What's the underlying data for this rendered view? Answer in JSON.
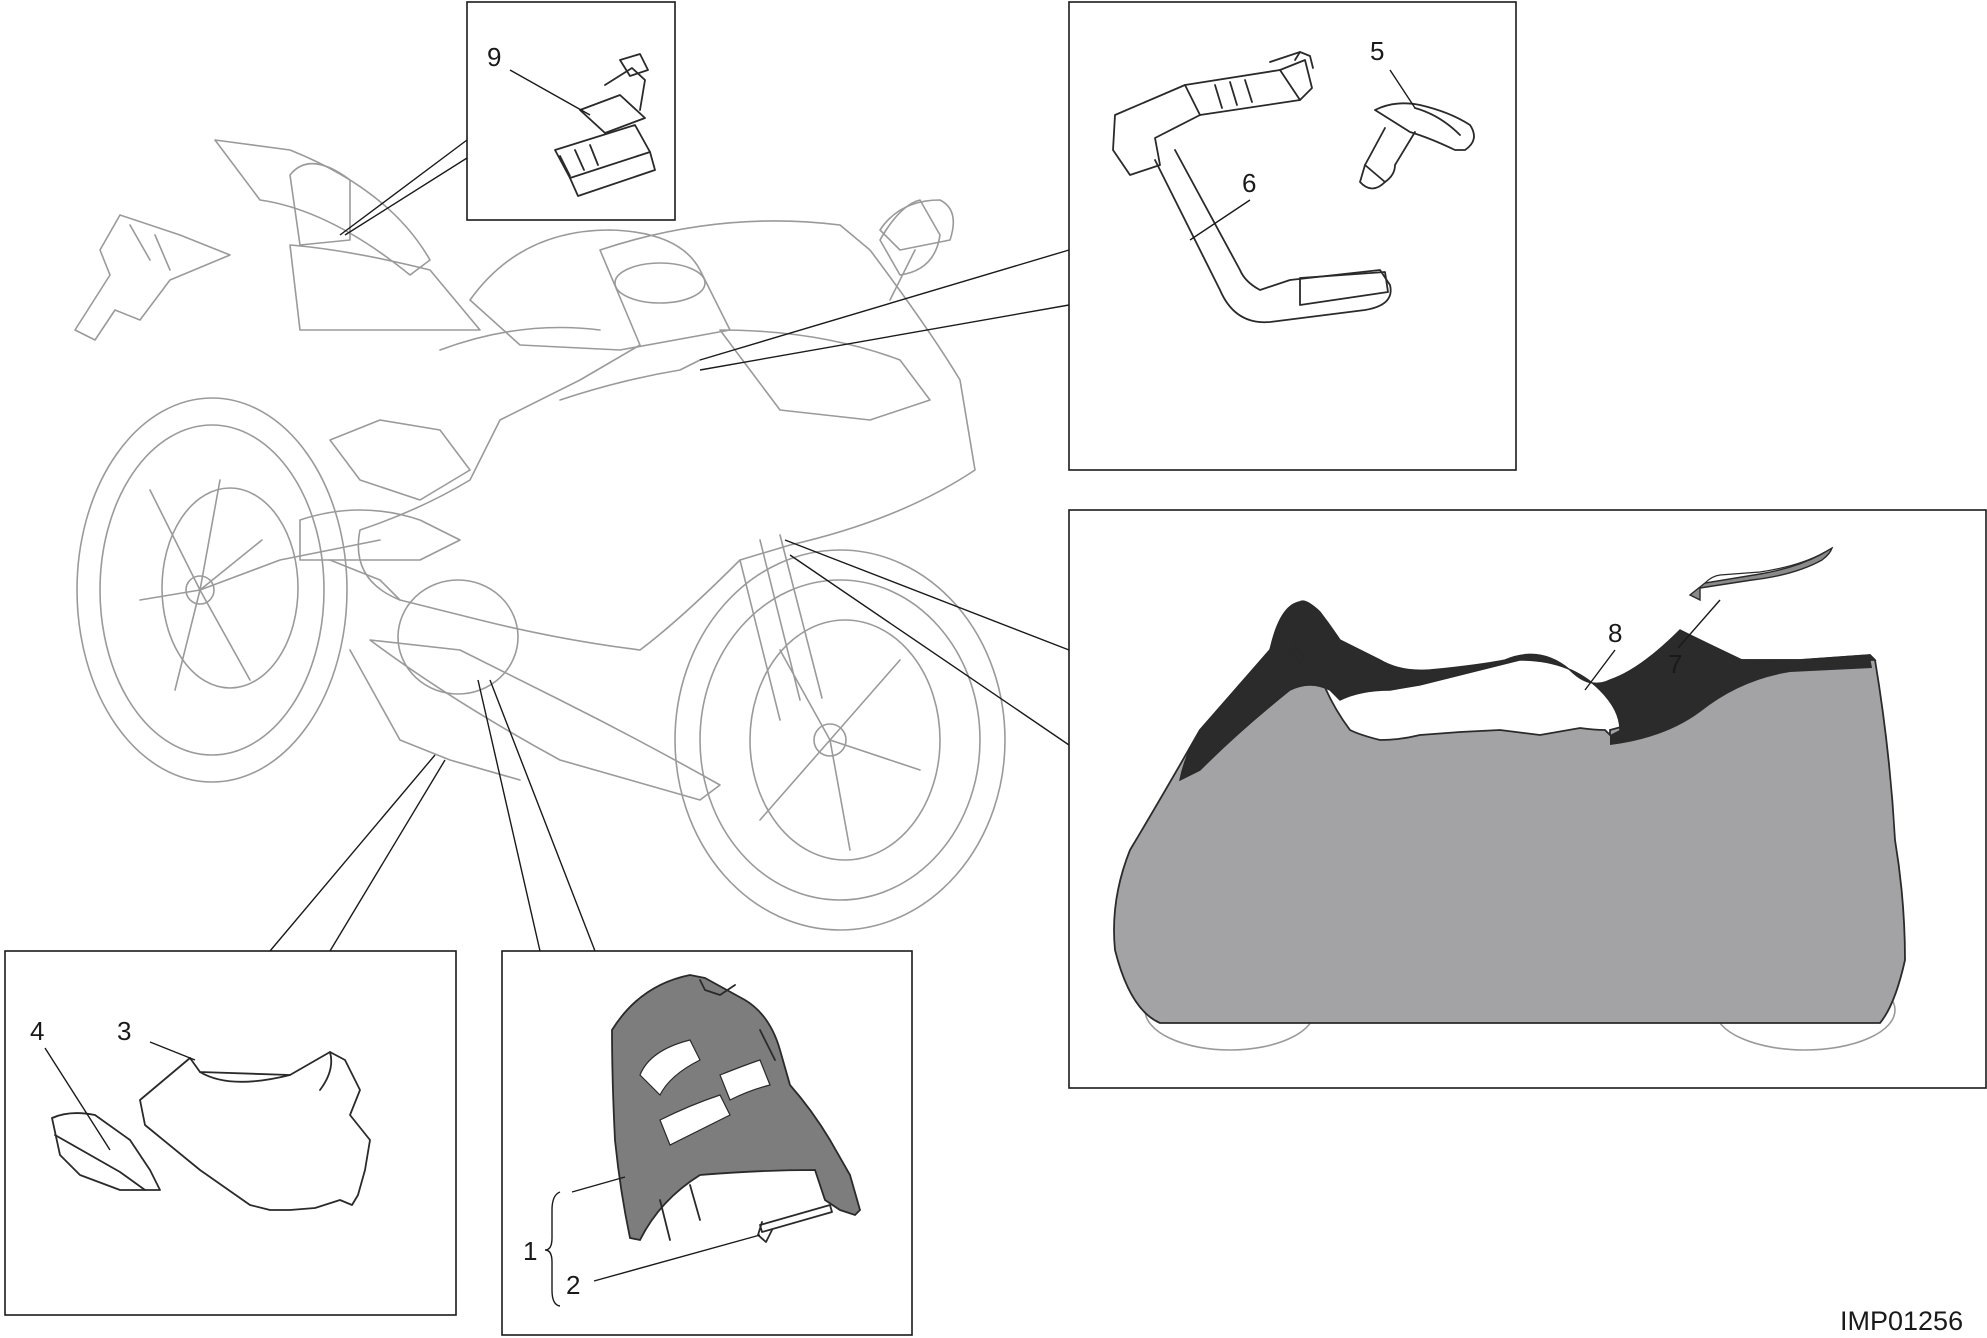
{
  "diagram": {
    "code": "IMP01256",
    "callouts": {
      "c1": "1",
      "c2": "2",
      "c3": "3",
      "c4": "4",
      "c5": "5",
      "c6": "6",
      "c7": "7",
      "c8": "8",
      "c9": "9"
    },
    "colors": {
      "line": "#1a1a1a",
      "bike_outline": "#9a9a9a",
      "cover_body": "#a3a3a5",
      "cover_top": "#2b2b2b",
      "part_fill": "#7d7d7d"
    }
  }
}
